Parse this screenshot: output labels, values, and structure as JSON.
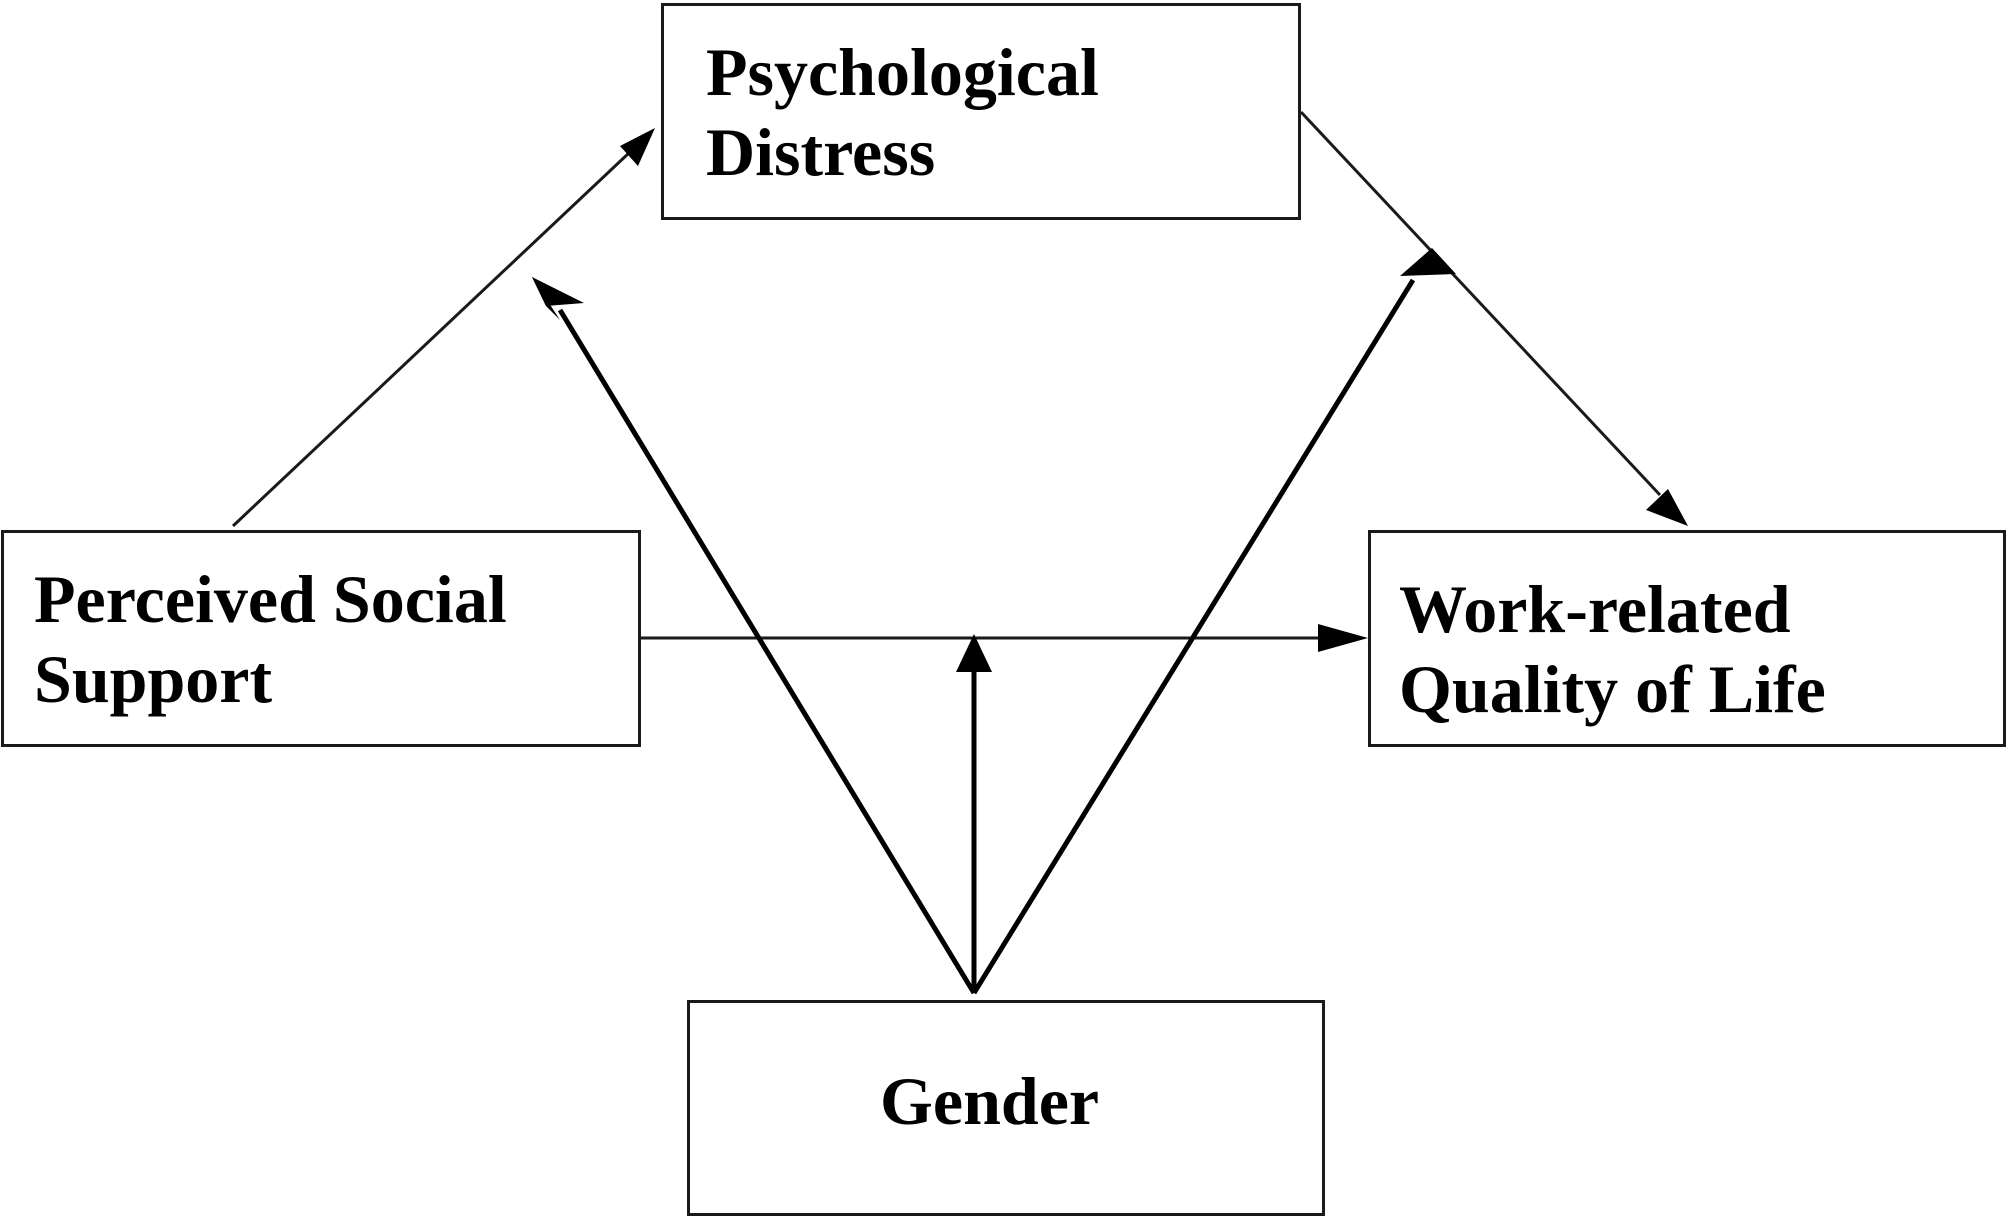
{
  "nodes": {
    "psychological_distress": {
      "line1": "Psychological",
      "line2": "Distress"
    },
    "perceived_social_support": {
      "line1": "Perceived Social",
      "line2": "Support"
    },
    "work_related_qol": {
      "line1": "Work-related",
      "line2": "Quality of Life"
    },
    "gender": {
      "line1": "Gender"
    }
  },
  "edges": [
    {
      "from": "perceived_social_support",
      "to": "psychological_distress",
      "kind": "path"
    },
    {
      "from": "psychological_distress",
      "to": "work_related_qol",
      "kind": "path"
    },
    {
      "from": "perceived_social_support",
      "to": "work_related_qol",
      "kind": "path"
    },
    {
      "from": "gender",
      "to": "path:perceived_social_support->psychological_distress",
      "kind": "moderation"
    },
    {
      "from": "gender",
      "to": "path:perceived_social_support->work_related_qol",
      "kind": "moderation"
    },
    {
      "from": "gender",
      "to": "path:psychological_distress->work_related_qol",
      "kind": "moderation"
    }
  ],
  "colors": {
    "line": "#1a1a1a",
    "text": "#000000",
    "background": "#ffffff"
  }
}
